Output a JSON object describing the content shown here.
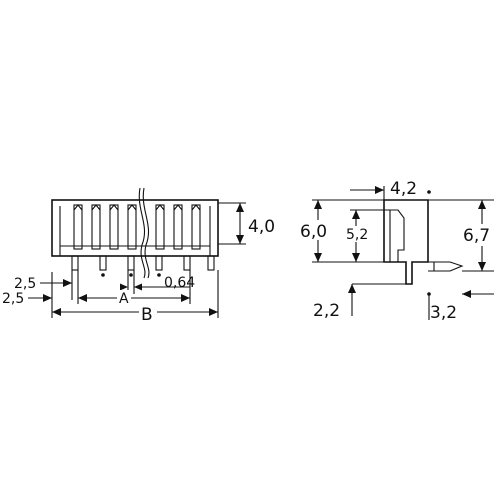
{
  "dimensions": {
    "front": {
      "height": "4,0",
      "pitch_left_1": "2,5",
      "pitch_left_2": "2,5",
      "pin_width": "0,64",
      "span_a": "A",
      "span_b": "B"
    },
    "side": {
      "top_width": "4,2",
      "total_height": "6,0",
      "body_height": "5,2",
      "right_height": "6,7",
      "pin_offset": "2,2",
      "pin_length": "3,2"
    }
  }
}
